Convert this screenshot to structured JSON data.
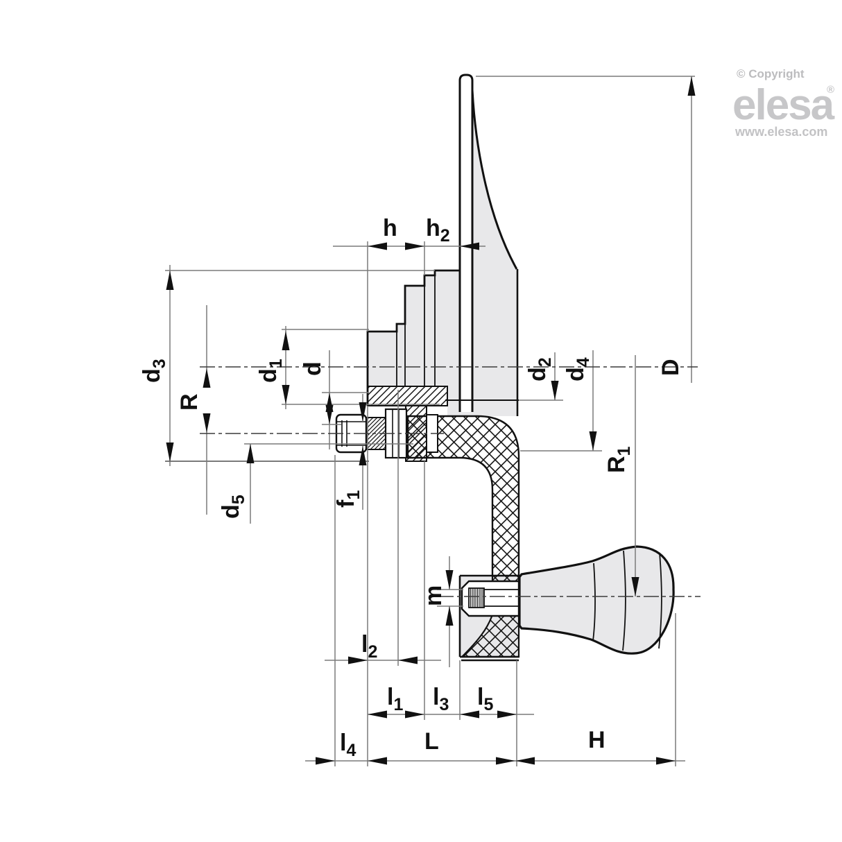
{
  "title": "Handwheel with revolving handle - dimensional technical drawing",
  "logo": {
    "copyright": "© Copyright",
    "brand": "elesa",
    "reg": "®",
    "url": "www.elesa.com"
  },
  "colors": {
    "outline": "#111111",
    "dimension_line": "#7a7a7a",
    "part_fill": "#e8e8ea",
    "logo_gray": "#c7c7c9"
  },
  "dims": {
    "h": {
      "base": "h",
      "sub": ""
    },
    "h2": {
      "base": "h",
      "sub": "2"
    },
    "d3": {
      "base": "d",
      "sub": "3"
    },
    "R": {
      "base": "R",
      "sub": ""
    },
    "d1": {
      "base": "d",
      "sub": "1"
    },
    "d": {
      "base": "d",
      "sub": ""
    },
    "d5": {
      "base": "d",
      "sub": "5"
    },
    "f1": {
      "base": "f",
      "sub": "1"
    },
    "d2": {
      "base": "d",
      "sub": "2"
    },
    "d4": {
      "base": "d",
      "sub": "4"
    },
    "D": {
      "base": "D",
      "sub": ""
    },
    "R1": {
      "base": "R",
      "sub": "1"
    },
    "m": {
      "base": "m",
      "sub": ""
    },
    "l2": {
      "base": "l",
      "sub": "2"
    },
    "l1": {
      "base": "l",
      "sub": "1"
    },
    "l3": {
      "base": "l",
      "sub": "3"
    },
    "l5": {
      "base": "l",
      "sub": "5"
    },
    "l4": {
      "base": "l",
      "sub": "4"
    },
    "L": {
      "base": "L",
      "sub": ""
    },
    "H": {
      "base": "H",
      "sub": ""
    }
  }
}
